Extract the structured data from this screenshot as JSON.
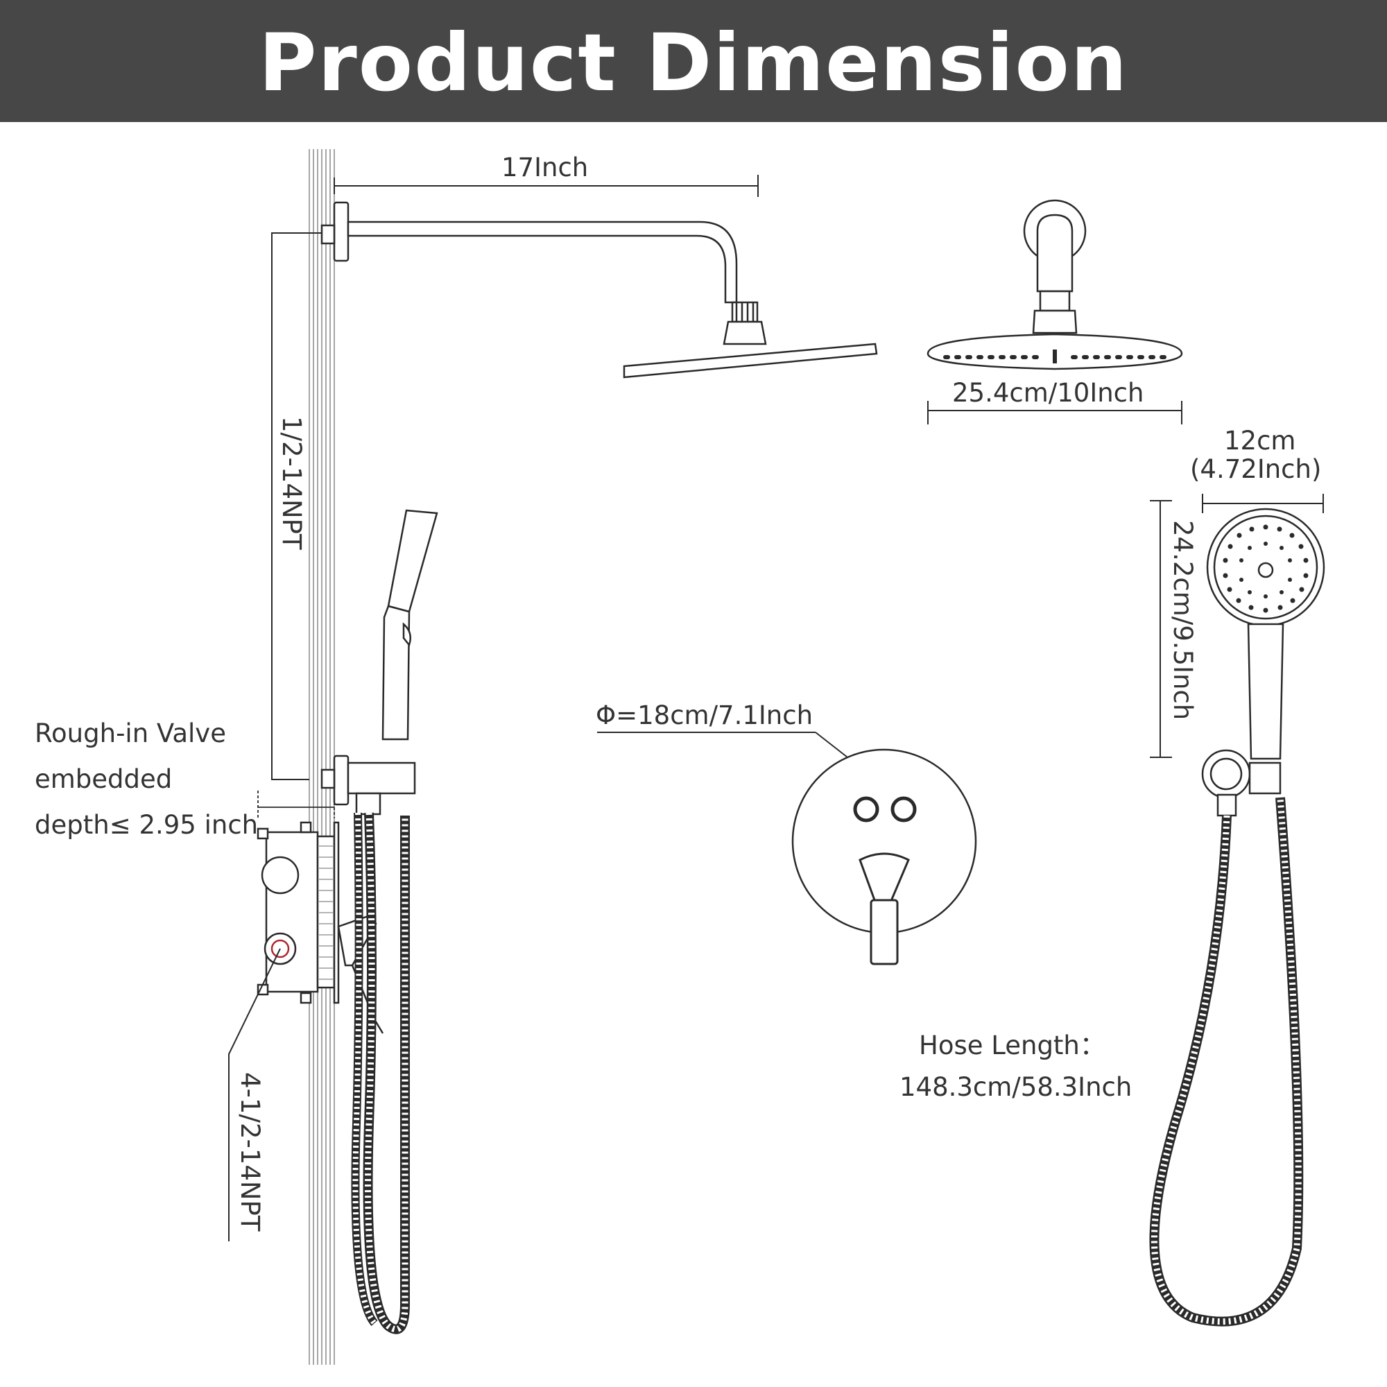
{
  "header": {
    "title": "Product Dimension"
  },
  "dimensions": {
    "arm_length": "17Inch",
    "shower_head_diameter": "25.4cm/10Inch",
    "handheld_width_line1": "12cm",
    "handheld_width_line2": "(4.72Inch)",
    "handheld_length": "24.2cm/9.5Inch",
    "arm_thread": "1/2-14NPT",
    "valve_thread": "4-1/2-14NPT",
    "trim_plate": "Φ=18cm/7.1Inch",
    "rough_in_line1": "Rough-in Valve",
    "rough_in_line2": "embedded",
    "rough_in_line3": "depth≤ 2.95 inch",
    "hose_line1": "Hose Length：",
    "hose_line2": "148.3cm/58.3Inch"
  },
  "colors": {
    "banner": "#474747",
    "banner_text": "#ffffff",
    "line": "#2a2a2a",
    "text": "#333333"
  }
}
